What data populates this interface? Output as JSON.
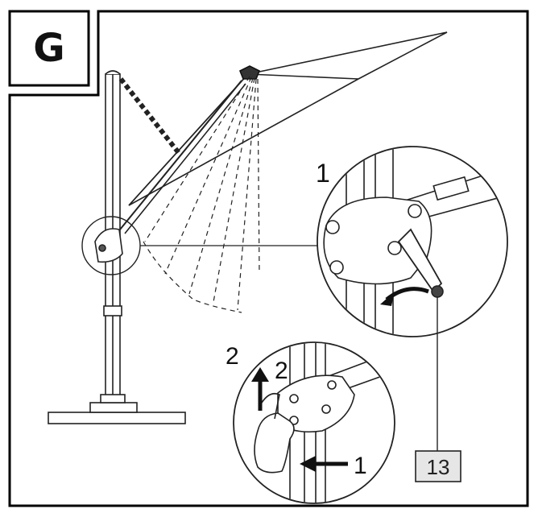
{
  "step_letter": "G",
  "labels": {
    "upper_detail_number": "1",
    "lower_detail_step_outer": "2",
    "lower_detail_step_inner": "2",
    "lower_detail_push": "1",
    "part_number": "13"
  },
  "colors": {
    "ink": "#111111",
    "frame": "#000000",
    "part_box_fill": "#e6e6e6"
  },
  "icons": {
    "rotate_arrow": "curved-arrow-icon",
    "up_arrow": "arrow-up-icon",
    "push_arrow": "arrow-left-icon"
  }
}
